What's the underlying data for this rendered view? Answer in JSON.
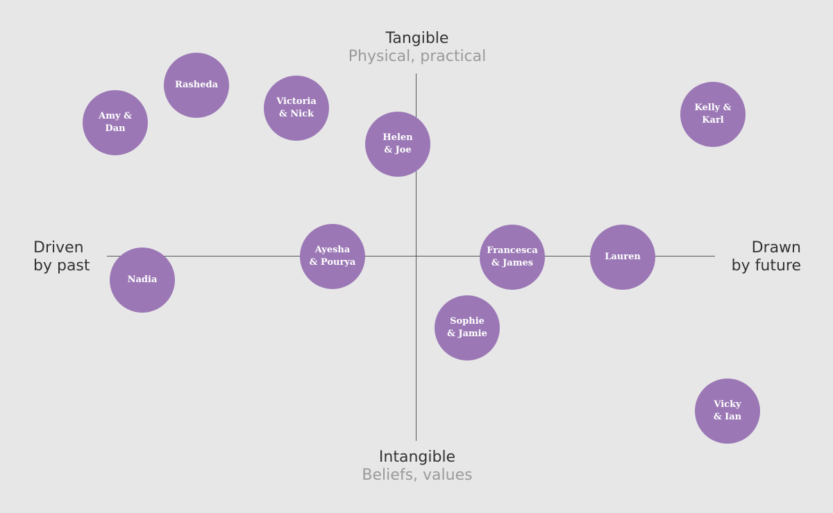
{
  "axes": {
    "top": {
      "title": "Tangible",
      "subtitle": "Physical, practical"
    },
    "bottom": {
      "title": "Intangible",
      "subtitle": "Beliefs, values"
    },
    "left": {
      "title": "Driven\nby past"
    },
    "right": {
      "title": "Drawn\nby future"
    }
  },
  "colors": {
    "background": "#e8e7e8",
    "bubble": "#9b78b5",
    "axis": "#555555"
  },
  "participants": {
    "amy_dan": "Amy &\nDan",
    "rasheda": "Rasheda",
    "victoria_nick": "Victoria\n& Nick",
    "helen_joe": "Helen\n& Joe",
    "kelly_karl": "Kelly &\nKarl",
    "nadia": "Nadia",
    "ayesha_pourya": "Ayesha\n& Pourya",
    "francesca_james": "Francesca\n& James",
    "lauren": "Lauren",
    "sophie_jamie": "Sophie\n& Jamie",
    "vicky_ian": "Vicky\n& Ian"
  }
}
